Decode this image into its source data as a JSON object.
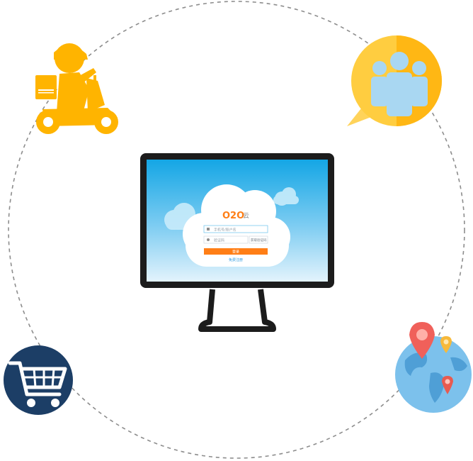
{
  "app": {
    "logo_text": "O2O",
    "logo_cloud_glyph": "云",
    "colors": {
      "orange": "#ff7e16",
      "sky_top": "#1aa8e6",
      "sky_bottom": "#e3f3fc",
      "frame": "#1c1c1c",
      "rider_yellow": "#ffb400",
      "cart_blue": "#1c3e66",
      "globe_blue": "#7cc1ec",
      "pin_red": "#f0605a"
    }
  },
  "login": {
    "username_placeholder": "手机号/账户名",
    "password_placeholder": "验证码",
    "sms_button": "获取验证码",
    "submit_button": "登录",
    "register_link": "免费注册"
  },
  "icons": [
    "delivery-scooter-icon",
    "user-group-chat-icon",
    "shopping-cart-icon",
    "globe-location-icon"
  ]
}
